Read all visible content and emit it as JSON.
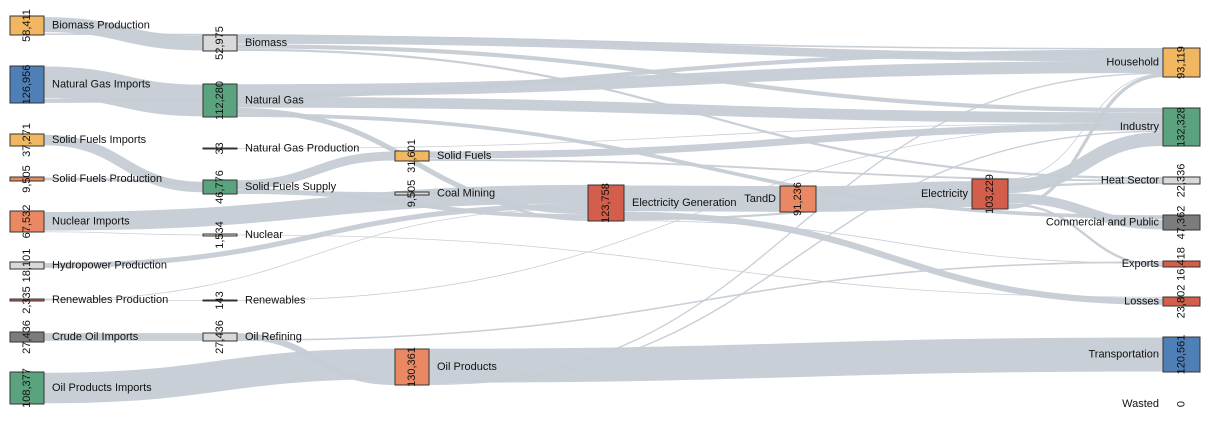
{
  "diagram": {
    "type": "sankey",
    "colors": {
      "orange": "#f0b760",
      "blue": "#4f7fb7",
      "green": "#5aa37e",
      "gray": "#d9d9d9",
      "coral": "#e98862",
      "red": "#d35e4b",
      "darkgray": "#7c7c7c",
      "link": "#c6ccd4"
    },
    "nodes": [
      {
        "id": "biomass_production",
        "label": "Biomass Production",
        "value": "58,411",
        "color": "orange"
      },
      {
        "id": "natural_gas_imports",
        "label": "Natural Gas Imports",
        "value": "126,956",
        "color": "blue"
      },
      {
        "id": "solid_fuels_imports",
        "label": "Solid Fuels Imports",
        "value": "37,271",
        "color": "orange"
      },
      {
        "id": "solid_fuels_production",
        "label": "Solid Fuels Production",
        "value": "9,505",
        "color": "coral"
      },
      {
        "id": "nuclear_imports",
        "label": "Nuclear Imports",
        "value": "67,532",
        "color": "coral"
      },
      {
        "id": "hydropower_production",
        "label": "Hydropower Production",
        "value": "18,101",
        "color": "gray"
      },
      {
        "id": "renewables_production",
        "label": "Renewables Production",
        "value": "2,335",
        "color": "red"
      },
      {
        "id": "crude_oil_imports",
        "label": "Crude Oil Imports",
        "value": "27,436",
        "color": "darkgray"
      },
      {
        "id": "oil_products_imports",
        "label": "Oil Products Imports",
        "value": "108,377",
        "color": "green"
      },
      {
        "id": "biomass",
        "label": "Biomass",
        "value": "52,975",
        "color": "gray"
      },
      {
        "id": "natural_gas",
        "label": "Natural Gas",
        "value": "112,280",
        "color": "green"
      },
      {
        "id": "natural_gas_production",
        "label": "Natural Gas Production",
        "value": "33",
        "color": "gray"
      },
      {
        "id": "solid_fuels_supply",
        "label": "Solid Fuels Supply",
        "value": "46,776",
        "color": "green"
      },
      {
        "id": "nuclear",
        "label": "Nuclear",
        "value": "1,534",
        "color": "gray"
      },
      {
        "id": "renewables",
        "label": "Renewables",
        "value": "143",
        "color": "gray"
      },
      {
        "id": "oil_refining",
        "label": "Oil Refining",
        "value": "27,436",
        "color": "gray"
      },
      {
        "id": "solid_fuels",
        "label": "Solid Fuels",
        "value": "31,601",
        "color": "orange"
      },
      {
        "id": "coal_mining",
        "label": "Coal Mining",
        "value": "9,505",
        "color": "gray"
      },
      {
        "id": "oil_products",
        "label": "Oil Products",
        "value": "130,361",
        "color": "coral"
      },
      {
        "id": "electricity_generation",
        "label": "Electricity Generation",
        "value": "123,758",
        "color": "red"
      },
      {
        "id": "tandd",
        "label": "TandD",
        "value": "91,236",
        "color": "coral"
      },
      {
        "id": "electricity",
        "label": "Electricity",
        "value": "103,229",
        "color": "red"
      },
      {
        "id": "household",
        "label": "Household",
        "value": "93,119",
        "color": "orange"
      },
      {
        "id": "industry",
        "label": "Industry",
        "value": "132,328",
        "color": "green"
      },
      {
        "id": "heat_sector",
        "label": "Heat Sector",
        "value": "22,336",
        "color": "gray"
      },
      {
        "id": "commercial_and_public",
        "label": "Commercial and Public",
        "value": "47,362",
        "color": "darkgray"
      },
      {
        "id": "exports",
        "label": "Exports",
        "value": "16,418",
        "color": "red"
      },
      {
        "id": "losses",
        "label": "Losses",
        "value": "23,802",
        "color": "red"
      },
      {
        "id": "transportation",
        "label": "Transportation",
        "value": "120,561",
        "color": "blue"
      },
      {
        "id": "wasted",
        "label": "Wasted",
        "value": "0",
        "color": "gray"
      }
    ],
    "links": [
      {
        "source": "biomass_production",
        "target": "biomass",
        "value": 52975
      },
      {
        "source": "biomass_production",
        "target": "household",
        "value": 5436
      },
      {
        "source": "natural_gas_imports",
        "target": "natural_gas",
        "value": 112247
      },
      {
        "source": "natural_gas_imports",
        "target": "household",
        "value": 14709
      },
      {
        "source": "solid_fuels_imports",
        "target": "solid_fuels_supply",
        "value": 37271
      },
      {
        "source": "solid_fuels_production",
        "target": "coal_mining",
        "value": 9505
      },
      {
        "source": "nuclear_imports",
        "target": "electricity_generation",
        "value": 66000
      },
      {
        "source": "nuclear_imports",
        "target": "nuclear",
        "value": 1532
      },
      {
        "source": "hydropower_production",
        "target": "electricity_generation",
        "value": 18101
      },
      {
        "source": "renewables_production",
        "target": "renewables",
        "value": 143
      },
      {
        "source": "renewables_production",
        "target": "electricity_generation",
        "value": 2192
      },
      {
        "source": "crude_oil_imports",
        "target": "oil_refining",
        "value": 27436
      },
      {
        "source": "oil_products_imports",
        "target": "oil_products",
        "value": 108377
      },
      {
        "source": "biomass",
        "target": "household",
        "value": 30000
      },
      {
        "source": "biomass",
        "target": "industry",
        "value": 15000
      },
      {
        "source": "biomass",
        "target": "heat_sector",
        "value": 7975
      },
      {
        "source": "natural_gas",
        "target": "household",
        "value": 42974
      },
      {
        "source": "natural_gas",
        "target": "industry",
        "value": 38000
      },
      {
        "source": "natural_gas",
        "target": "electricity_generation",
        "value": 18000
      },
      {
        "source": "natural_gas",
        "target": "commercial_and_public",
        "value": 13306
      },
      {
        "source": "natural_gas_production",
        "target": "industry",
        "value": 33
      },
      {
        "source": "solid_fuels_supply",
        "target": "solid_fuels",
        "value": 31601
      },
      {
        "source": "solid_fuels_supply",
        "target": "electricity_generation",
        "value": 15175
      },
      {
        "source": "coal_mining",
        "target": "electricity_generation",
        "value": 9505
      },
      {
        "source": "nuclear",
        "target": "losses",
        "value": 1534
      },
      {
        "source": "renewables",
        "target": "industry",
        "value": 143
      },
      {
        "source": "oil_refining",
        "target": "oil_products",
        "value": 21984
      },
      {
        "source": "oil_refining",
        "target": "exports",
        "value": 5452
      },
      {
        "source": "solid_fuels",
        "target": "industry",
        "value": 25000
      },
      {
        "source": "solid_fuels",
        "target": "heat_sector",
        "value": 6601
      },
      {
        "source": "oil_products",
        "target": "transportation",
        "value": 120561
      },
      {
        "source": "oil_products",
        "target": "household",
        "value": 4800
      },
      {
        "source": "oil_products",
        "target": "industry",
        "value": 5000
      },
      {
        "source": "electricity_generation",
        "target": "tandd",
        "value": 91236
      },
      {
        "source": "electricity_generation",
        "target": "losses",
        "value": 22268
      },
      {
        "source": "electricity_generation",
        "target": "heat_sector",
        "value": 7760
      },
      {
        "source": "electricity_generation",
        "target": "exports",
        "value": 2494
      },
      {
        "source": "tandd",
        "target": "electricity",
        "value": 91236
      },
      {
        "source": "electricity",
        "target": "household",
        "value": 0
      },
      {
        "source": "electricity",
        "target": "industry",
        "value": 49152
      },
      {
        "source": "electricity",
        "target": "commercial_and_public",
        "value": 34056
      },
      {
        "source": "electricity",
        "target": "exports",
        "value": 8472
      },
      {
        "source": "electricity",
        "target": "household",
        "value": 11549
      }
    ]
  }
}
